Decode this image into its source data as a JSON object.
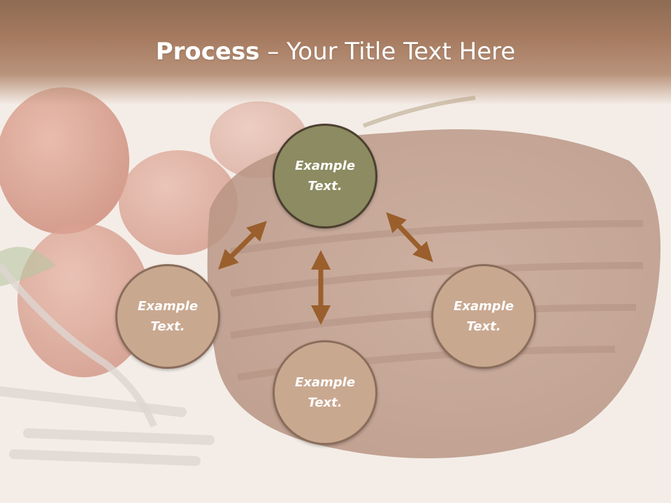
{
  "slide": {
    "title_bold": "Process",
    "title_rest": " – Your Title Text Here"
  },
  "diagram": {
    "center": {
      "label": "Example Text."
    },
    "left": {
      "label": "Example Text."
    },
    "right": {
      "label": "Example Text."
    },
    "bottom": {
      "label": "Example Text."
    }
  },
  "colors": {
    "header": "#a57a5f",
    "center_fill": "#8c8b61",
    "node_fill": "#c9a890",
    "arrow": "#9a5f2c"
  }
}
